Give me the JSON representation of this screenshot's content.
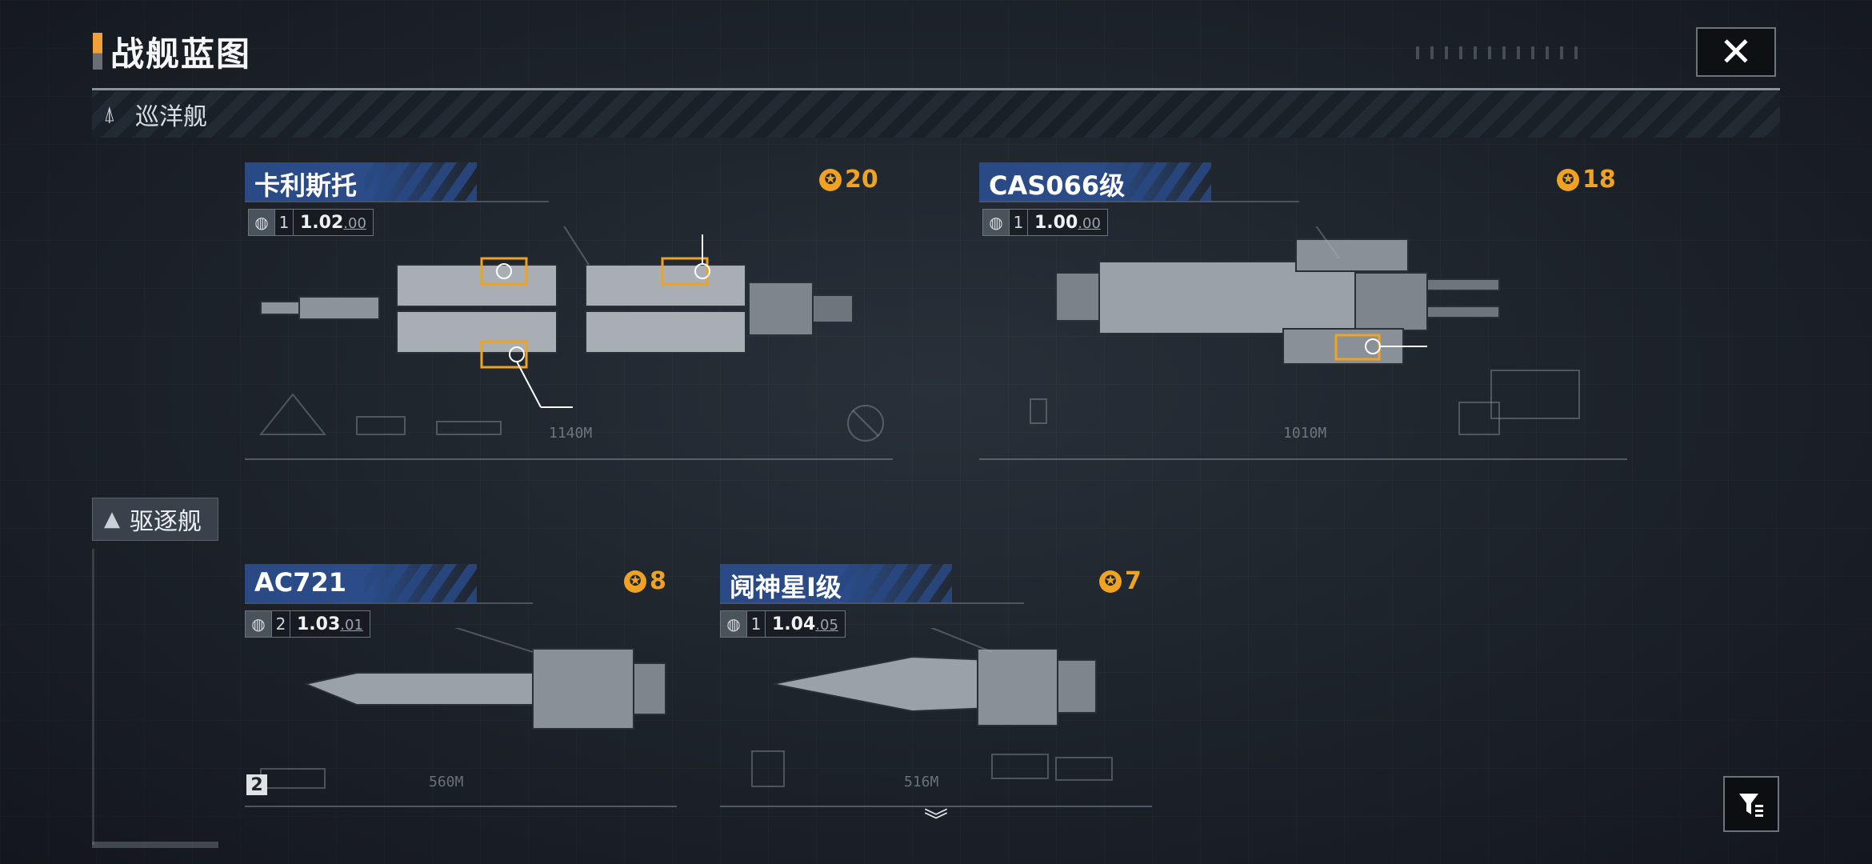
{
  "header": {
    "title": "战舰蓝图"
  },
  "sections": [
    {
      "label": "巡洋舰"
    },
    {
      "label": "驱逐舰"
    }
  ],
  "cards": [
    {
      "name": "卡利斯托",
      "cost": "20",
      "count": "1",
      "ver_main": "1.02",
      "ver_sub": ".00",
      "length": "1140M"
    },
    {
      "name": "CAS066级",
      "cost": "18",
      "count": "1",
      "ver_main": "1.00",
      "ver_sub": ".00",
      "length": "1010M"
    },
    {
      "name": "AC721",
      "cost": "8",
      "count": "2",
      "ver_main": "1.03",
      "ver_sub": ".01",
      "length": "560M"
    },
    {
      "name": "阋神星Ⅰ级",
      "cost": "7",
      "count": "1",
      "ver_main": "1.04",
      "ver_sub": ".05",
      "length": "516M"
    }
  ],
  "page_badge": "2",
  "icons": {
    "close": "close-icon",
    "filter": "filter-icon",
    "chevron": "chevron-down-icon",
    "cost": "coin-icon",
    "stat": "globe-icon"
  },
  "colors": {
    "accent": "#f2a13a",
    "cost": "#f0a322",
    "namebar": "#2a4a86"
  }
}
